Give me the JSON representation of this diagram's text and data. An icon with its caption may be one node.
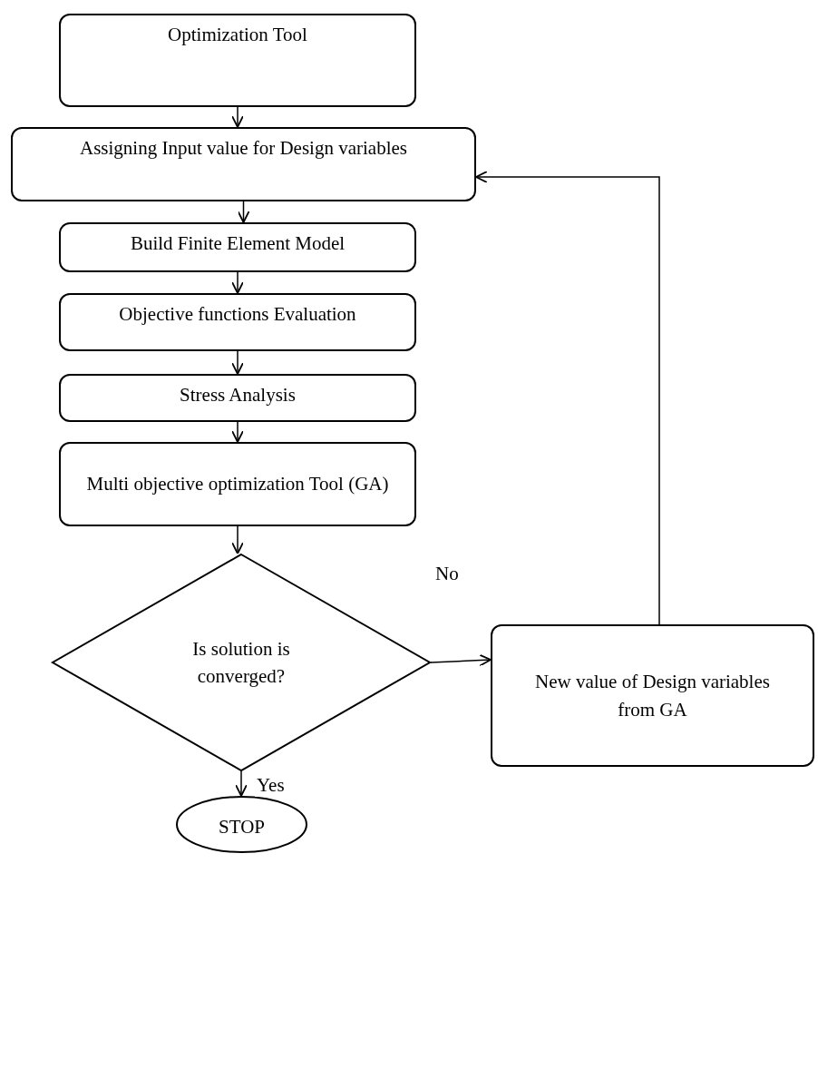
{
  "diagram": {
    "nodes": [
      {
        "text": [
          "Optimization Tool"
        ]
      },
      {
        "text": [
          "Assigning Input value for Design variables"
        ]
      },
      {
        "text": [
          "Build Finite Element Model"
        ]
      },
      {
        "text": [
          "Objective functions Evaluation"
        ]
      },
      {
        "text": [
          "Stress Analysis"
        ]
      },
      {
        "text": [
          "Multi objective optimization Tool (GA)"
        ]
      },
      {
        "text": [
          "Is solution is converged?"
        ]
      },
      {
        "text": [
          "New value of Design variables from GA"
        ]
      },
      {
        "text": [
          "STOP"
        ]
      }
    ],
    "edges": [
      {
        "from": 0,
        "to": 1,
        "arrow": "to"
      },
      {
        "from": 1,
        "to": 2,
        "arrow": "to"
      },
      {
        "from": 2,
        "to": 3,
        "arrow": "to"
      },
      {
        "from": 3,
        "to": 4,
        "arrow": "to"
      },
      {
        "from": 4,
        "to": 5,
        "arrow": "to"
      },
      {
        "from": 5,
        "to": 6,
        "arrow": "to"
      },
      {
        "from": 6,
        "to": 7,
        "arrow": "to",
        "label": "No"
      },
      {
        "from": 6,
        "to": 8,
        "arrow": "to",
        "label": "Yes"
      },
      {
        "from": 7,
        "to": 1,
        "arrow": "to"
      }
    ]
  }
}
